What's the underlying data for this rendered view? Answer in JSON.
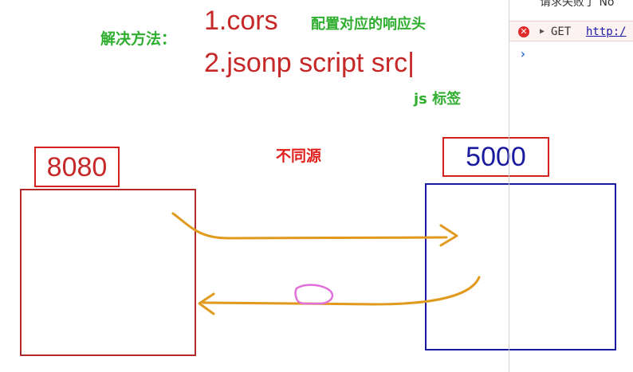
{
  "whiteboard": {
    "heading": "解决方法：",
    "method1": "1.cors",
    "method1_note": "配置对应的响应头",
    "method2": "2.jsonp  script src|",
    "method2_note": "js 标签",
    "cross_origin_label": "不同源",
    "left_port": "8080",
    "right_port": "5000",
    "colors": {
      "heading_green": "#2fae2f",
      "method_red": "#c62828",
      "label_red": "#e0201c",
      "left_box": "#b02a2a",
      "right_box": "#1a1aa0",
      "arrow_orange": "#e09a1e",
      "highlight_pink": "#e070d8"
    }
  },
  "devtools": {
    "info_text": "请求失败了 No",
    "error_method": "GET",
    "error_url": "http:/",
    "error_icon": "error-circle-icon",
    "expand_icon": "triangle-right-icon",
    "prompt_icon": "chevron-right-icon",
    "prompt_glyph": "›",
    "error_glyph": "✕"
  }
}
